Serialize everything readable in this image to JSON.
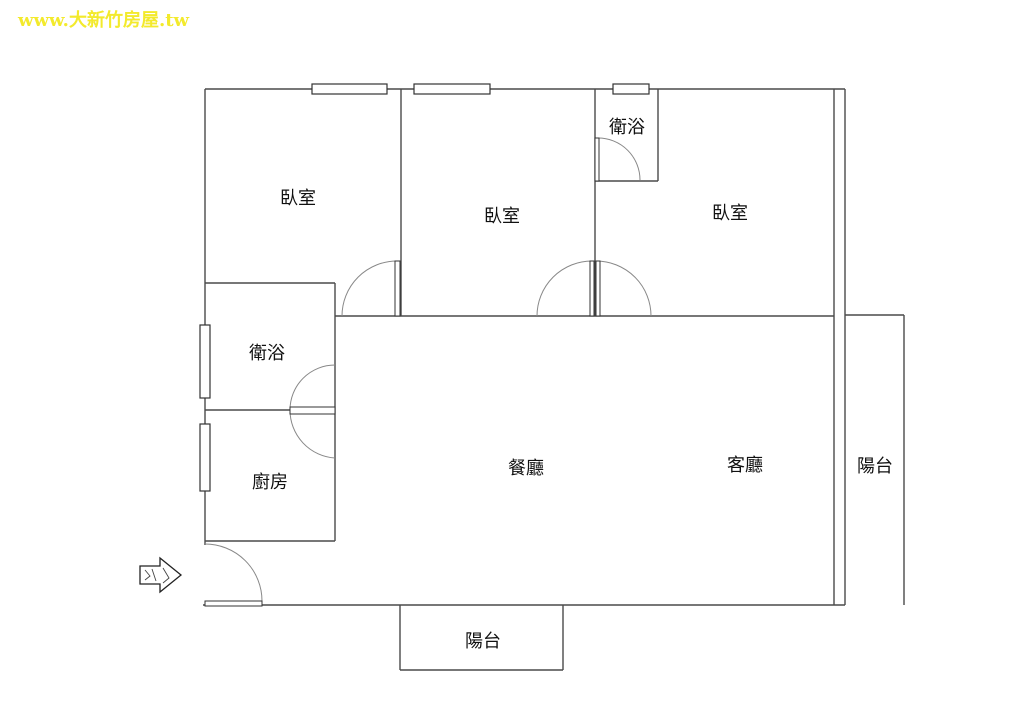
{
  "watermark": "www.大新竹房屋.tw",
  "rooms": {
    "bedroom_left": "臥室",
    "bedroom_middle": "臥室",
    "bedroom_right": "臥室",
    "bath_top": "衛浴",
    "bath_left": "衛浴",
    "kitchen": "廚房",
    "dining": "餐廳",
    "living": "客廳",
    "balcony_right": "陽台",
    "balcony_bottom": "陽台"
  },
  "entrance_label": "入口"
}
